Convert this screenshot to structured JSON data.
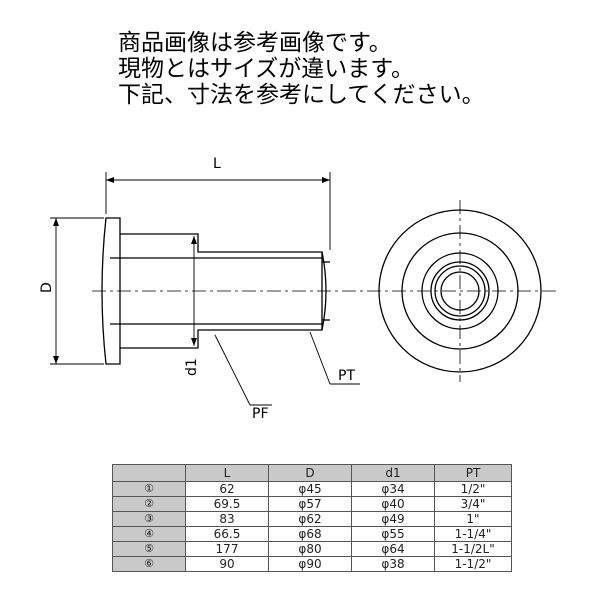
{
  "notice": {
    "line1": "商品画像は参考画像です。",
    "line2": "現物とはサイズが違います。",
    "line3": "下記、寸法を参考にしてください。"
  },
  "drawing_labels": {
    "L": "L",
    "D": "D",
    "d1": "d1",
    "PF": "PF",
    "PT": "PT"
  },
  "table": {
    "headers": [
      "",
      "L",
      "D",
      "d1",
      "PT"
    ],
    "rows": [
      [
        "①",
        "62",
        "φ45",
        "φ34",
        "1/2\""
      ],
      [
        "②",
        "69.5",
        "φ57",
        "φ40",
        "3/4\""
      ],
      [
        "③",
        "83",
        "φ62",
        "φ49",
        "1\""
      ],
      [
        "④",
        "66.5",
        "φ68",
        "φ55",
        "1-1/4\""
      ],
      [
        "⑤",
        "177",
        "φ80",
        "φ64",
        "1-1/2L\""
      ],
      [
        "⑥",
        "90",
        "φ90",
        "φ38",
        "1-1/2\""
      ]
    ]
  }
}
